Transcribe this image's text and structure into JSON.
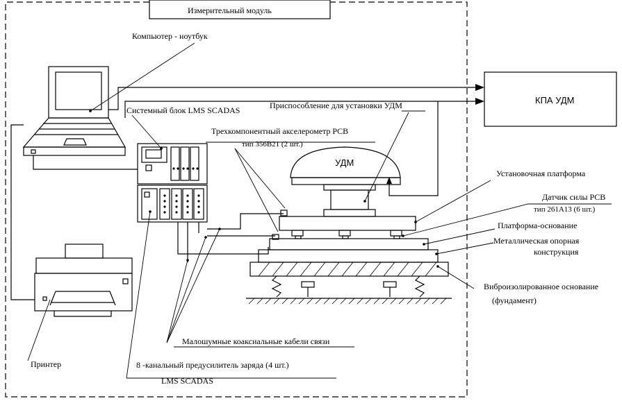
{
  "module_title": "Измерительный модуль",
  "labels": {
    "laptop": "Компьютер - ноутбук",
    "scadas_system": "Системный блок LMS SCADAS",
    "fixture": "Приспособление для установки УДМ",
    "kpa_udm": "КПА УДМ",
    "accelerometer_line1": "Трехкомпонентный акселерометр PCB",
    "accelerometer_line2": "тип 356В21  (2 шт.)",
    "udm": "УДМ",
    "install_platform": "Установочная платформа",
    "force_sensor_line1": "Датчик силы PCB",
    "force_sensor_line2": "тип 261А13 (6 шт.)",
    "base_platform": "Платформа-основание",
    "metal_structure_line1": "Металлическая опорная",
    "metal_structure_line2": "конструкция",
    "vibro_base_line1": "Виброизолированное основание",
    "vibro_base_line2": "(фундамент)",
    "cables": "Малошумные коаксиальные кабели связи",
    "printer": "Принтер",
    "preamp_line1": "8 -канальный предусилитель заряда  (4 шт.)",
    "preamp_line2": "LMS SCADAS"
  }
}
